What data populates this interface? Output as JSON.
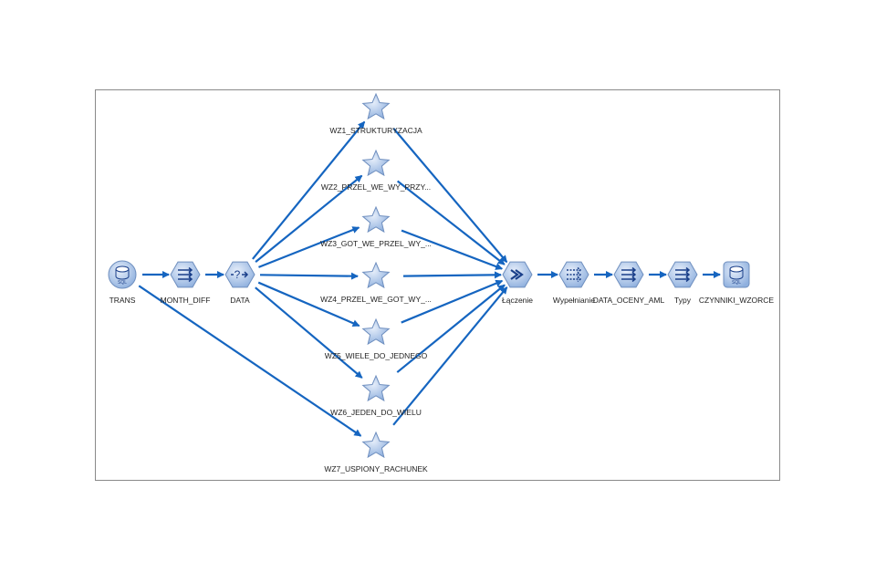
{
  "stream": {
    "nodes": [
      {
        "id": "trans",
        "label": "TRANS",
        "type": "sql-source"
      },
      {
        "id": "month_diff",
        "label": "MONTH_DIFF",
        "type": "derive"
      },
      {
        "id": "data",
        "label": "DATA",
        "type": "select"
      },
      {
        "id": "wz1",
        "label": "WZ1_STRUKTURYZACJA",
        "type": "supernode-star"
      },
      {
        "id": "wz2",
        "label": "WZ2_PRZEL_WE_WY_PRZY...",
        "type": "supernode-star"
      },
      {
        "id": "wz3",
        "label": "WZ3_GOT_WE_PRZEL_WY_...",
        "type": "supernode-star"
      },
      {
        "id": "wz4",
        "label": "WZ4_PRZEL_WE_GOT_WY_...",
        "type": "supernode-star"
      },
      {
        "id": "wz5",
        "label": "WZ5_WIELE_DO_JEDNEGO",
        "type": "supernode-star"
      },
      {
        "id": "wz6",
        "label": "WZ6_JEDEN_DO_WIELU",
        "type": "supernode-star"
      },
      {
        "id": "wz7",
        "label": "WZ7_USPIONY_RACHUNEK",
        "type": "supernode-star"
      },
      {
        "id": "merge",
        "label": "Łączenie",
        "type": "merge"
      },
      {
        "id": "fill",
        "label": "Wypełnianie",
        "type": "filler"
      },
      {
        "id": "data_oceny",
        "label": "DATA_OCENY_AML",
        "type": "derive"
      },
      {
        "id": "typy",
        "label": "Typy",
        "type": "type"
      },
      {
        "id": "czynniki",
        "label": "CZYNNIKI_WZORCE",
        "type": "sql-export"
      }
    ],
    "edges": [
      [
        "trans",
        "month_diff"
      ],
      [
        "month_diff",
        "data"
      ],
      [
        "trans",
        "wz7"
      ],
      [
        "data",
        "wz1"
      ],
      [
        "data",
        "wz2"
      ],
      [
        "data",
        "wz3"
      ],
      [
        "data",
        "wz4"
      ],
      [
        "data",
        "wz5"
      ],
      [
        "data",
        "wz6"
      ],
      [
        "wz1",
        "merge"
      ],
      [
        "wz2",
        "merge"
      ],
      [
        "wz3",
        "merge"
      ],
      [
        "wz4",
        "merge"
      ],
      [
        "wz5",
        "merge"
      ],
      [
        "wz6",
        "merge"
      ],
      [
        "wz7",
        "merge"
      ],
      [
        "merge",
        "fill"
      ],
      [
        "fill",
        "data_oceny"
      ],
      [
        "data_oceny",
        "typy"
      ],
      [
        "typy",
        "czynniki"
      ]
    ],
    "colors": {
      "edge": "#1565c0",
      "node_fill": "#a9c4e8",
      "node_stroke": "#6f8fbf",
      "glyph": "#1a3f8a"
    }
  }
}
